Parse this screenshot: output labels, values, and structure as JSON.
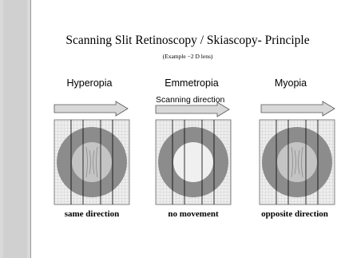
{
  "slide": {
    "title": "Scanning Slit Retinoscopy / Skiascopy- Principle",
    "subtitle": "(Example −2 D lens)",
    "scan_direction_label": "Scanning direction"
  },
  "columns": [
    {
      "heading": "Hyperopia",
      "caption": "same direction"
    },
    {
      "heading": "Emmetropia",
      "caption": "no movement"
    },
    {
      "heading": "Myopia",
      "caption": "opposite direction"
    }
  ],
  "colors": {
    "ring": "#8c8c8c",
    "pupil": "#c4c4c4",
    "grid_bg": "#eeeeee",
    "grid_line": "#bbbbbb",
    "arrow_fill": "#d8d8d8",
    "sidebar": "#d9d9d9"
  }
}
